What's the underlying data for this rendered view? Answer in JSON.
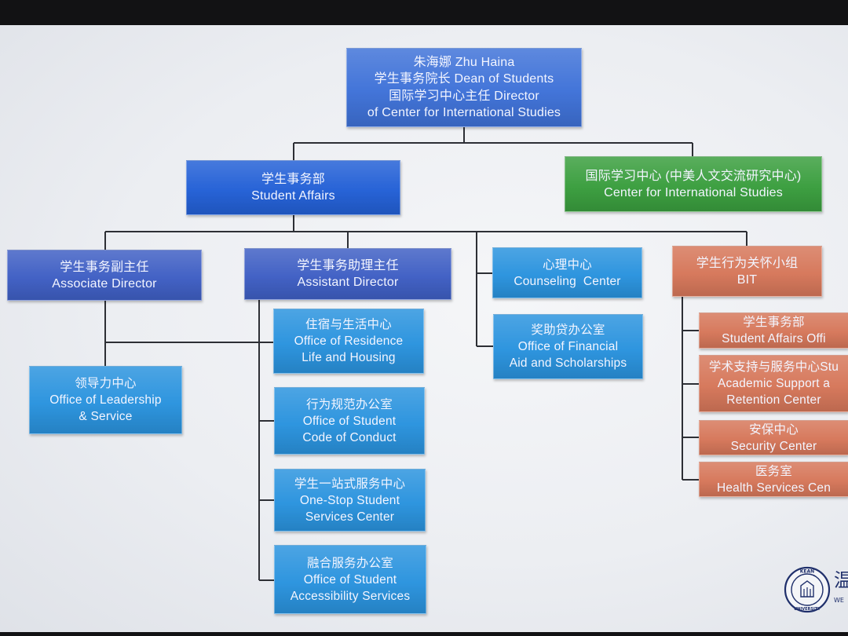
{
  "org_chart": {
    "head": {
      "lines": [
        "朱海娜  Zhu Haina",
        "学生事务院长   Dean of Students",
        "国际学习中心主任 Director",
        "of Center for International Studies"
      ]
    },
    "student_affairs": {
      "lines": [
        "学生事务部",
        "Student Affairs"
      ]
    },
    "international": {
      "lines": [
        "国际学习中心 (中美人文交流研究中心)",
        "Center for International Studies"
      ]
    },
    "associate_director": {
      "lines": [
        "学生事务副主任",
        "Associate Director"
      ]
    },
    "assistant_director": {
      "lines": [
        "学生事务助理主任",
        "Assistant Director"
      ]
    },
    "counseling": {
      "lines": [
        "心理中心",
        "Counseling  Center"
      ]
    },
    "bit": {
      "lines": [
        "学生行为关怀小组",
        "BIT"
      ]
    },
    "financial": {
      "lines": [
        "奖助贷办公室",
        "Office of Financial",
        "Aid and Scholarships"
      ]
    },
    "leadership": {
      "lines": [
        "领导力中心",
        "Office of Leadership",
        "& Service"
      ]
    },
    "residence": {
      "lines": [
        "住宿与生活中心",
        "Office of Residence",
        "Life and Housing"
      ]
    },
    "conduct": {
      "lines": [
        "行为规范办公室",
        "Office of Student",
        "Code of Conduct"
      ]
    },
    "one_stop": {
      "lines": [
        "学生一站式服务中心",
        "One-Stop Student",
        "Services Center"
      ]
    },
    "accessibility": {
      "lines": [
        "融合服务办公室",
        "Office of Student",
        "Accessibility Services"
      ]
    },
    "bit_student_affairs": {
      "lines": [
        "学生事务部",
        "Student Affairs Offi"
      ]
    },
    "academic_support": {
      "lines": [
        "学术支持与服务中心Stu",
        "Academic Support a",
        "Retention Center"
      ]
    },
    "security": {
      "lines": [
        "安保中心",
        "Security Center"
      ]
    },
    "health": {
      "lines": [
        "医务室",
        "Health Services Cen"
      ]
    }
  },
  "logo": {
    "seal_top": "KEAN",
    "seal_bottom": "UNIVERSITY",
    "wordmark_cn": "温",
    "wordmark_en": "WE"
  },
  "palette": {
    "head": "#3f72d8",
    "department": "#2360d6",
    "international": "#3a9e3e",
    "director": "#3f5fc4",
    "office": "#2a93de",
    "bit": "#d6775a"
  }
}
